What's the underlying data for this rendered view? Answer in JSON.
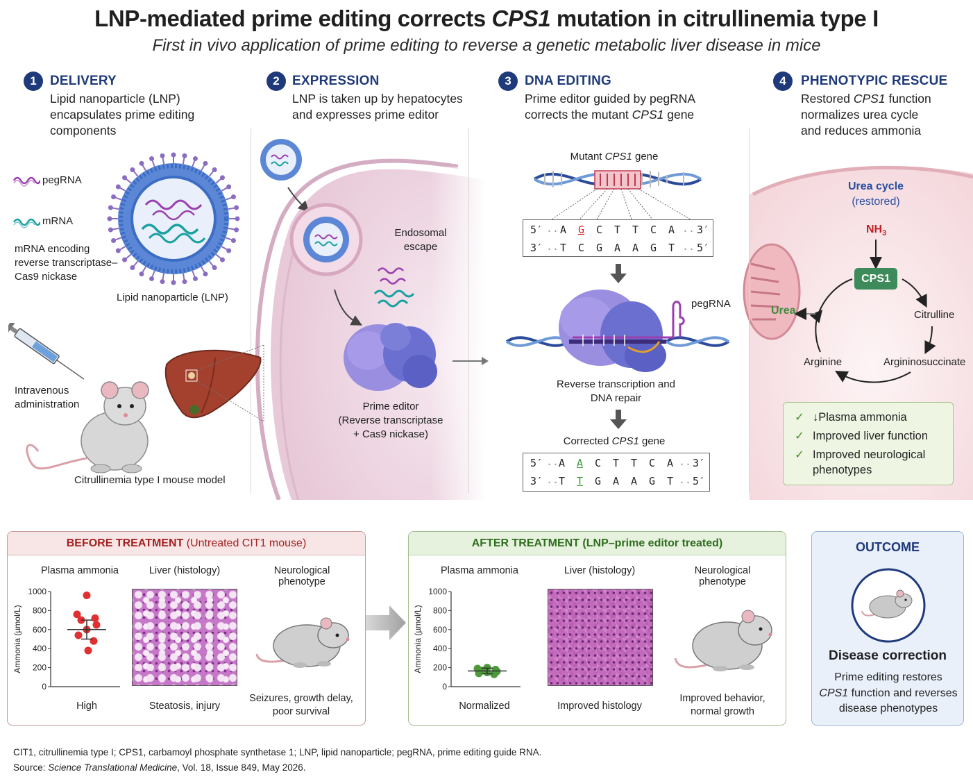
{
  "header": {
    "title_pre": "LNP-mediated prime editing corrects ",
    "title_gene": "CPS1",
    "title_post": " mutation in citrullinemia type I",
    "subtitle": "First in vivo application of prime editing to reverse a genetic metabolic liver disease in mice"
  },
  "steps": [
    {
      "num": "1",
      "title": "DELIVERY",
      "desc": "Lipid nanoparticle (LNP) encapsulates prime editing components"
    },
    {
      "num": "2",
      "title": "EXPRESSION",
      "desc": "LNP is taken up by hepatocytes and expresses prime editor"
    },
    {
      "num": "3",
      "title": "DNA EDITING",
      "desc_pre": "Prime editor guided by pegRNA corrects the mutant ",
      "desc_gene": "CPS1",
      "desc_post": " gene"
    },
    {
      "num": "4",
      "title": "PHENOTYPIC RESCUE",
      "desc_pre": "Restored ",
      "desc_gene": "CPS1",
      "desc_post": " function normalizes urea cycle and reduces ammonia"
    }
  ],
  "delivery": {
    "pegrna_label": "pegRNA",
    "mrna_label": "mRNA",
    "mrna_desc": "mRNA encoding reverse transcriptase–Cas9 nickase",
    "lnp_label": "Lipid nanoparticle (LNP)",
    "iv_label": "Intravenous administration",
    "mouse_label": "Citrullinemia type I mouse model"
  },
  "expression": {
    "endosomal": "Endosomal escape",
    "prime_editor": "Prime editor",
    "prime_editor_sub": "(Reverse transcriptase",
    "prime_editor_sub2": "+ Cas9 nickase)"
  },
  "editing": {
    "mutant_pre": "Mutant ",
    "mutant_gene": "CPS1",
    "mutant_post": " gene",
    "mutant_top": {
      "p5": "5′",
      "bases": [
        "A",
        "G",
        "C",
        "T",
        "T",
        "C",
        "A"
      ],
      "p3": "3′",
      "highlight": 1
    },
    "mutant_bottom": {
      "p3": "3′",
      "bases": [
        "T",
        "C",
        "G",
        "A",
        "A",
        "G",
        "T"
      ],
      "p5": "5′"
    },
    "pegrna_label": "pegRNA",
    "rt_label": "Reverse transcription and DNA repair",
    "corrected_pre": "Corrected ",
    "corrected_gene": "CPS1",
    "corrected_post": " gene",
    "corrected_top": {
      "p5": "5′",
      "bases": [
        "A",
        "A",
        "C",
        "T",
        "T",
        "C",
        "A"
      ],
      "p3": "3′",
      "highlight": 1
    },
    "corrected_bottom": {
      "p3": "3′",
      "bases": [
        "T",
        "T",
        "G",
        "A",
        "A",
        "G",
        "T"
      ],
      "p5": "5′",
      "highlight": 1
    }
  },
  "rescue": {
    "urea_cycle": "Urea cycle",
    "restored": "(restored)",
    "nh3": "NH",
    "nh3_sub": "3",
    "cps1": "CPS1",
    "citrulline": "Citrulline",
    "argininosuccinate": "Argininosuccinate",
    "arginine": "Arginine",
    "urea": "Urea",
    "checks": [
      "↓Plasma ammonia",
      "Improved liver function",
      "Improved neurological phenotypes"
    ]
  },
  "before": {
    "header_bold": "BEFORE TREATMENT",
    "header_rest": " (Untreated CIT1 mouse)",
    "col1": "Plasma ammonia",
    "col2": "Liver (histology)",
    "col3": "Neurological phenotype",
    "foot1": "High",
    "foot2": "Steatosis, injury",
    "foot3": "Seizures, growth delay, poor survival"
  },
  "after": {
    "header_bold": "AFTER TREATMENT",
    "header_rest": " (LNP–prime editor treated)",
    "col1": "Plasma ammonia",
    "col2": "Liver (histology)",
    "col3": "Neurological phenotype",
    "foot1": "Normalized",
    "foot2": "Improved histology",
    "foot3": "Improved behavior, normal growth"
  },
  "outcome": {
    "title": "OUTCOME",
    "subtitle": "Disease correction",
    "desc_pre": "Prime editing restores ",
    "desc_gene": "CPS1",
    "desc_post": " function and reverses disease phenotypes"
  },
  "chart_data": [
    {
      "type": "scatter",
      "title": "",
      "xlabel": "",
      "ylabel": "Ammonia (µmol/L)",
      "ylim": [
        0,
        1000
      ],
      "yticks": [
        0,
        200,
        400,
        600,
        800,
        1000
      ],
      "values": [
        960,
        760,
        720,
        700,
        650,
        600,
        540,
        480,
        380
      ],
      "mean": 600,
      "error": 100,
      "color": "#e03030"
    },
    {
      "type": "scatter",
      "title": "",
      "xlabel": "",
      "ylabel": "Ammonia (µmol/L)",
      "ylim": [
        0,
        1000
      ],
      "yticks": [
        0,
        200,
        400,
        600,
        800,
        1000
      ],
      "values": [
        200,
        190,
        180,
        170,
        160,
        150,
        140,
        130
      ],
      "mean": 165,
      "error": 30,
      "color": "#4c9a3a"
    }
  ],
  "footer": {
    "abbrev": "CIT1, citrullinemia type I; CPS1, carbamoyl phosphate synthetase 1; LNP, lipid nanoparticle; pegRNA, prime editing guide RNA.",
    "source_pre": "Source: ",
    "source_journal": "Science Translational Medicine",
    "source_post": ", Vol. 18, Issue 849, May 2026."
  },
  "colors": {
    "navy": "#1f3a7a",
    "before_red": "#a32020",
    "after_green": "#2f6e1e",
    "cps1_green": "#3d8a5a",
    "mutation": "#d02020",
    "correction": "#3c9a3c"
  }
}
